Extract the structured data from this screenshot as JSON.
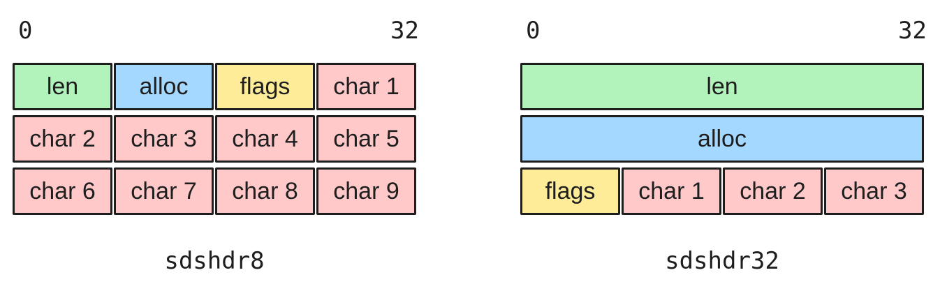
{
  "colors": {
    "len": "#b2f2bb",
    "alloc": "#a5d8ff",
    "flags": "#ffec99",
    "char": "#ffc9c9",
    "border": "#1e1e1e"
  },
  "left": {
    "start_bit": "0",
    "end_bit": "32",
    "caption": "sdshdr8",
    "rows": [
      [
        {
          "label": "len",
          "kind": "len",
          "span": 1
        },
        {
          "label": "alloc",
          "kind": "alloc",
          "span": 1
        },
        {
          "label": "flags",
          "kind": "flags",
          "span": 1
        },
        {
          "label": "char 1",
          "kind": "char",
          "span": 1
        }
      ],
      [
        {
          "label": "char 2",
          "kind": "char",
          "span": 1
        },
        {
          "label": "char 3",
          "kind": "char",
          "span": 1
        },
        {
          "label": "char 4",
          "kind": "char",
          "span": 1
        },
        {
          "label": "char 5",
          "kind": "char",
          "span": 1
        }
      ],
      [
        {
          "label": "char 6",
          "kind": "char",
          "span": 1
        },
        {
          "label": "char 7",
          "kind": "char",
          "span": 1
        },
        {
          "label": "char 8",
          "kind": "char",
          "span": 1
        },
        {
          "label": "char 9",
          "kind": "char",
          "span": 1
        }
      ]
    ]
  },
  "right": {
    "start_bit": "0",
    "end_bit": "32",
    "caption": "sdshdr32",
    "rows": [
      [
        {
          "label": "len",
          "kind": "len",
          "span": 4
        }
      ],
      [
        {
          "label": "alloc",
          "kind": "alloc",
          "span": 4
        }
      ],
      [
        {
          "label": "flags",
          "kind": "flags",
          "span": 1
        },
        {
          "label": "char 1",
          "kind": "char",
          "span": 1
        },
        {
          "label": "char 2",
          "kind": "char",
          "span": 1
        },
        {
          "label": "char 3",
          "kind": "char",
          "span": 1
        }
      ]
    ]
  }
}
